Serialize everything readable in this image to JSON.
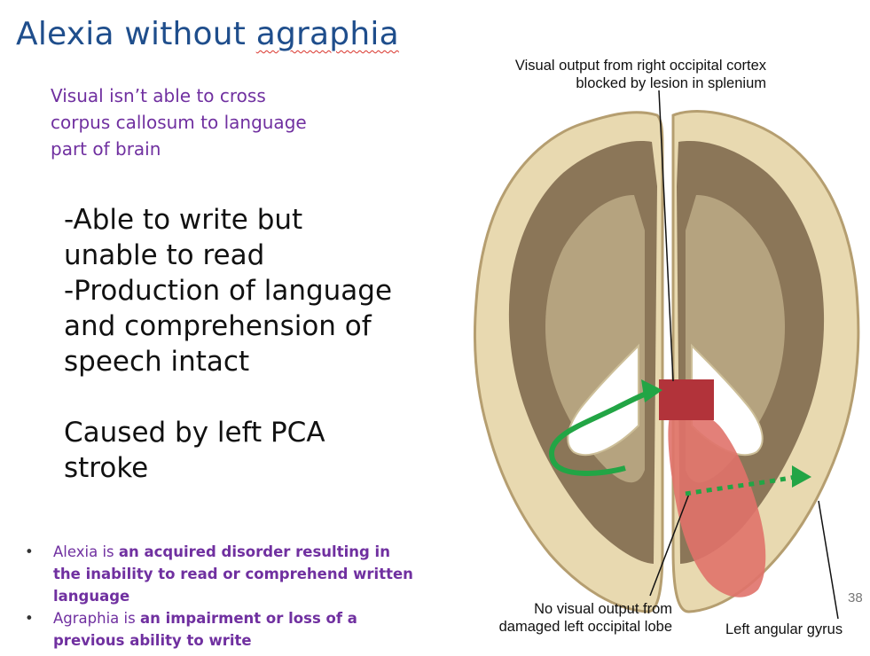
{
  "title": {
    "prefix": "Alexia without ",
    "underlined": "agraphia"
  },
  "subnote": "Visual isn’t able to cross corpus callosum to language part of brain",
  "main": {
    "line1": "-Able to write but unable to read",
    "line2": "-Production of language and comprehension of speech intact",
    "line3": "Caused by left PCA stroke"
  },
  "definitions": [
    {
      "bullet": "•",
      "term": "Alexia is ",
      "definition": "an acquired disorder resulting in the inability to read or comprehend written language"
    },
    {
      "bullet": "•",
      "term": "Agraphia is ",
      "definition": "an impairment or loss of a previous ability to write"
    }
  ],
  "figure": {
    "caption_top_1": "Visual output from right occipital cortex",
    "caption_top_2": "blocked by lesion in splenium",
    "caption_bottom_left_1": "No visual output from",
    "caption_bottom_left_2": "damaged left occipital lobe",
    "caption_bottom_right": "Left angular gyrus",
    "colors": {
      "tissue": "#e8d9b0",
      "gray_matter": "#6b5640",
      "lesion": "#e0726a",
      "splenium_lesion": "#b2333a",
      "arrow": "#22a545"
    }
  },
  "page_number": "38"
}
